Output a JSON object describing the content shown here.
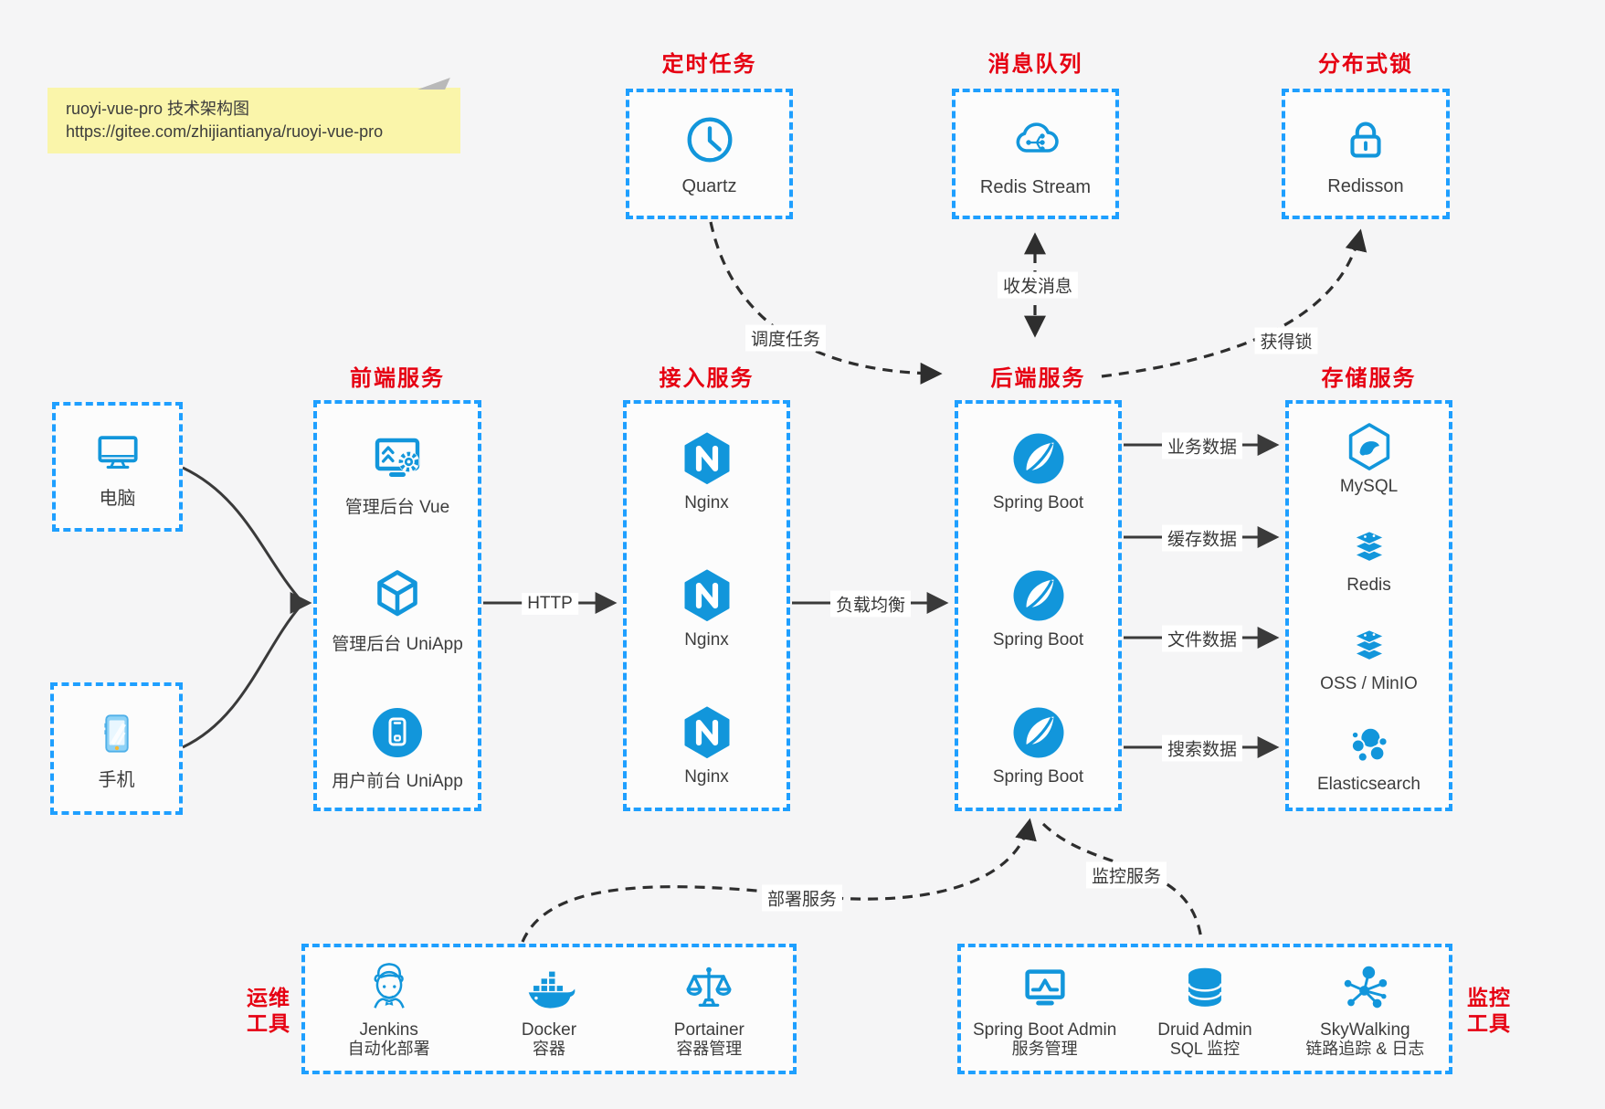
{
  "note": {
    "line1": "ruoyi-vue-pro 技术架构图",
    "line2": "https://gitee.com/zhijiantianya/ruoyi-vue-pro"
  },
  "top_groups": [
    {
      "title": "定时任务",
      "label": "Quartz",
      "icon": "clock-icon"
    },
    {
      "title": "消息队列",
      "label": "Redis Stream",
      "icon": "cloud-share-icon"
    },
    {
      "title": "分布式锁",
      "label": "Redisson",
      "icon": "lock-icon"
    }
  ],
  "clients": [
    {
      "label": "电脑",
      "icon": "desktop-icon"
    },
    {
      "label": "手机",
      "icon": "smartphone-icon"
    }
  ],
  "columns": [
    {
      "title": "前端服务",
      "items": [
        {
          "label": "管理后台 Vue",
          "icon": "admin-vue-icon"
        },
        {
          "label": "管理后台 UniApp",
          "icon": "uniapp-cube-icon"
        },
        {
          "label": "用户前台 UniApp",
          "icon": "phone-circle-icon"
        }
      ]
    },
    {
      "title": "接入服务",
      "items": [
        {
          "label": "Nginx",
          "icon": "nginx-icon"
        },
        {
          "label": "Nginx",
          "icon": "nginx-icon"
        },
        {
          "label": "Nginx",
          "icon": "nginx-icon"
        }
      ]
    },
    {
      "title": "后端服务",
      "items": [
        {
          "label": "Spring Boot",
          "icon": "spring-boot-icon"
        },
        {
          "label": "Spring Boot",
          "icon": "spring-boot-icon"
        },
        {
          "label": "Spring Boot",
          "icon": "spring-boot-icon"
        }
      ]
    },
    {
      "title": "存储服务",
      "items": [
        {
          "label": "MySQL",
          "icon": "mysql-icon"
        },
        {
          "label": "Redis",
          "icon": "redis-icon"
        },
        {
          "label": "OSS / MinIO",
          "icon": "object-storage-icon"
        },
        {
          "label": "Elasticsearch",
          "icon": "elasticsearch-icon"
        }
      ]
    }
  ],
  "bottom_groups": [
    {
      "title_line1": "运维",
      "title_line2": "工具",
      "items": [
        {
          "name": "Jenkins",
          "desc": "自动化部署",
          "icon": "jenkins-icon"
        },
        {
          "name": "Docker",
          "desc": "容器",
          "icon": "docker-whale-icon"
        },
        {
          "name": "Portainer",
          "desc": "容器管理",
          "icon": "scales-icon"
        }
      ]
    },
    {
      "title_line1": "监控",
      "title_line2": "工具",
      "items": [
        {
          "name": "Spring Boot Admin",
          "desc": "服务管理",
          "icon": "monitor-chart-icon"
        },
        {
          "name": "Druid Admin",
          "desc": "SQL 监控",
          "icon": "database-icon"
        },
        {
          "name": "SkyWalking",
          "desc": "链路追踪 & 日志",
          "icon": "topology-icon"
        }
      ]
    }
  ],
  "edge_labels": {
    "http": "HTTP",
    "load_balance": "负载均衡",
    "schedule": "调度任务",
    "message": "收发消息",
    "acquire_lock": "获得锁",
    "business_data": "业务数据",
    "cache_data": "缓存数据",
    "file_data": "文件数据",
    "search_data": "搜索数据",
    "deploy": "部署服务",
    "monitor": "监控服务"
  },
  "colors": {
    "icon_blue": "#1296db",
    "border_blue": "#1e9fff",
    "title_red": "#e60012",
    "text": "#3d3d3d",
    "note_bg": "#faf5aa",
    "arrow": "#3a3a3a"
  }
}
